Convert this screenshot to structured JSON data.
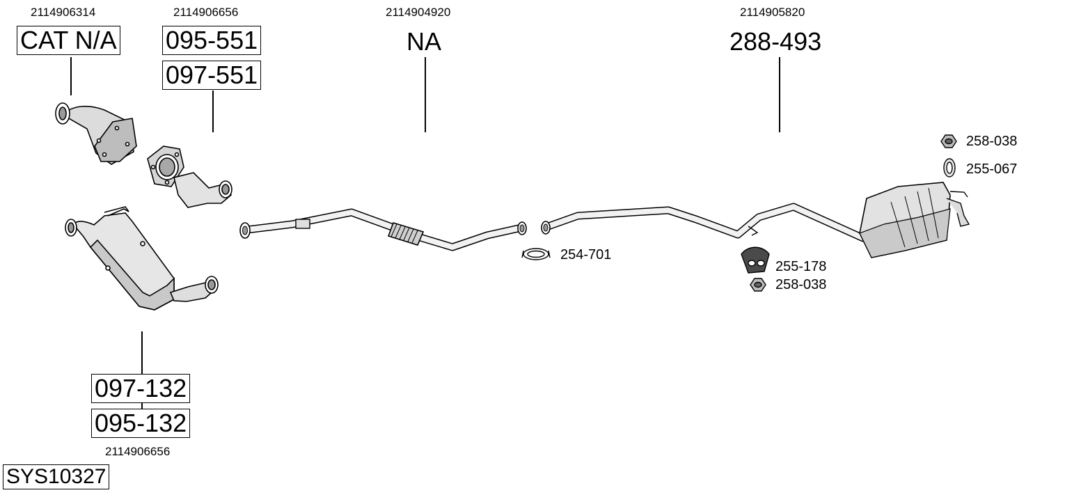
{
  "labels": {
    "oem_cat": "2114906314",
    "oem_pre1": "2114906656",
    "oem_front": "2114904920",
    "oem_rear": "2114905820",
    "oem_dpf": "2114906656"
  },
  "parts": {
    "cat": "CAT N/A",
    "pre1_a": "095-551",
    "pre1_b": "097-551",
    "front_pipe": "NA",
    "rear": "288-493",
    "dpf_a": "097-132",
    "dpf_b": "095-132"
  },
  "accessories": {
    "clamp": "254-701",
    "nut_top": "258-038",
    "ring": "255-067",
    "hanger": "255-178",
    "nut_bottom": "258-038"
  },
  "system_id": "SYS10327"
}
